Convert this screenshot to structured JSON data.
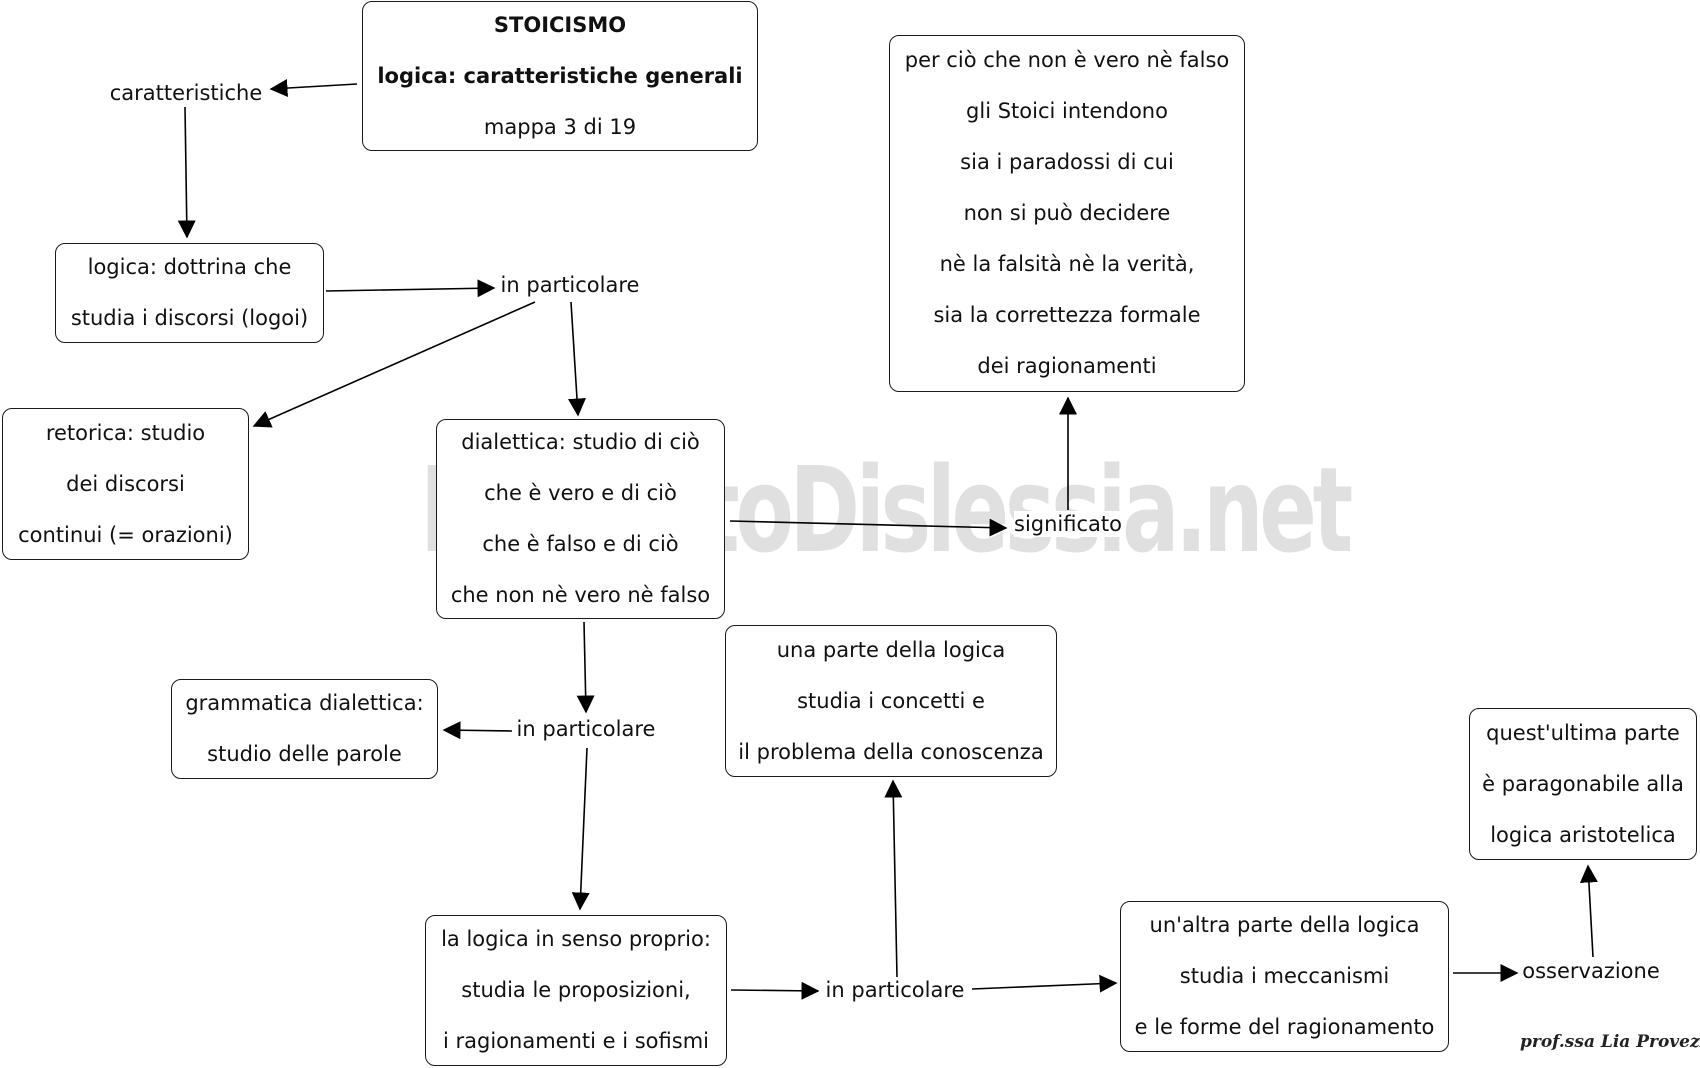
{
  "title_box": {
    "line1": "STOICISMO",
    "line2": "logica: caratteristiche generali",
    "line3": "mappa 3 di 19"
  },
  "labels": {
    "caratteristiche": "caratteristiche",
    "in_particolare_1": "in particolare",
    "in_particolare_2": "in particolare",
    "in_particolare_3": "in particolare",
    "significato": "significato",
    "osservazione": "osservazione"
  },
  "nodes": {
    "logica_dottrina": [
      "logica: dottrina che",
      "studia i discorsi (logoi)"
    ],
    "retorica": [
      "retorica: studio",
      "dei discorsi",
      "continui (= orazioni)"
    ],
    "dialettica": [
      "dialettica: studio di ciò",
      "che è vero e di ciò",
      "che è falso e di ciò",
      "che non nè vero nè falso"
    ],
    "significato_box": [
      "per ciò che non è vero nè falso",
      "gli Stoici intendono",
      "sia i paradossi di cui",
      "non si può decidere",
      "nè la falsità nè la verità,",
      "sia la correttezza formale",
      "dei ragionamenti"
    ],
    "grammatica": [
      "grammatica dialettica:",
      "studio delle parole"
    ],
    "logica_senso_proprio": [
      "la logica in senso proprio:",
      "studia le proposizioni,",
      "i ragionamenti e i sofismi"
    ],
    "parte_concetti": [
      "una parte della logica",
      "studia i concetti e",
      "il problema della conoscenza"
    ],
    "altra_parte": [
      "un'altra parte della logica",
      "studia i meccanismi",
      "e le forme del ragionamento"
    ],
    "ultima_parte": [
      "quest'ultima parte",
      "è paragonabile alla",
      "logica aristotelica"
    ]
  },
  "watermark": "By AiutoDislessia.net",
  "signature": "prof.ssa Lia Provezza"
}
